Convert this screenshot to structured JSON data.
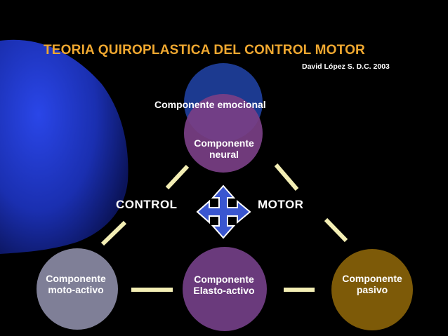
{
  "slide": {
    "title": "TEORIA QUIROPLASTICA DEL CONTROL MOTOR",
    "author": "David López S. D.C. 2003"
  },
  "diagram": {
    "emocional": "Componente emocional",
    "neural": [
      "Componente",
      "neural"
    ],
    "control": "CONTROL",
    "motor": "MOTOR",
    "moto_activo": [
      "Componente",
      "moto-activo"
    ],
    "elasto_activo": [
      "Componente",
      "Elasto-activo"
    ],
    "pasivo": [
      "Componente",
      "pasivo"
    ]
  },
  "colors": {
    "title": "#f0a830",
    "emocional_circle": "#1c3a90",
    "neural_circle": "#7a3f86",
    "moto_circle": "#7f7f97",
    "elasto_circle": "#6a3a7c",
    "pasivo_circle": "#7d5a08",
    "connector": "#f3eeb4",
    "arrow_fill": "#3a56d0",
    "arrow_outline": "#ffffff"
  },
  "icons": [
    "four-way-arrow-icon"
  ]
}
